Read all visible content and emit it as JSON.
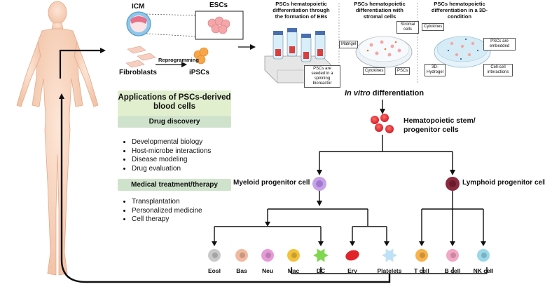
{
  "top": {
    "icm": "ICM",
    "escs": "ESCs",
    "reprogramming": "Reprogramming",
    "fibroblasts": "Fibroblasts",
    "ipscs": "iPSCs"
  },
  "panels": {
    "panel1_title": [
      "PSCs hematopoietic",
      "differentiation through",
      "the formation of EBs"
    ],
    "panel1_tag": "PSCs are seeded in a spinning bioreactor",
    "panel2_title": [
      "PSCs hematopoietic",
      "differentiation with",
      "stromal cells"
    ],
    "panel2_tags": {
      "stromal": "Stromal cells",
      "matrigel": "Matrigel",
      "cytokines": "Cytokines",
      "pscs": "PSCs"
    },
    "panel3_title": [
      "PSCs hematopoietic",
      "differentiation in a 3D-",
      "condition"
    ],
    "panel3_tags": {
      "cytokines": "Cytokines",
      "embedded": "PSCs are embedded",
      "hydrogel": "3D-Hydrogel",
      "interactions": "Cell-cell interactions"
    },
    "in_vitro_italic": "In vitro",
    "in_vitro_rest": " differentiation"
  },
  "applications": {
    "heading": "Applications of PSCs-derived blood cells",
    "drug_discovery": "Drug discovery",
    "drug_items": [
      "Developmental biology",
      "Host-microbe interactions",
      "Disease modeling",
      "Drug evaluation"
    ],
    "medical": "Medical treatment/therapy",
    "medical_items": [
      "Transplantation",
      "Personalized medicine",
      "Cell therapy"
    ]
  },
  "hierarchy": {
    "hspc": [
      "Hematopoietic stem/",
      "progenitor cells"
    ],
    "myeloid": "Myeloid progenitor cell",
    "lymphoid": "Lymphoid progenitor cell",
    "cells": [
      {
        "label": "Eosl",
        "color": "#c9c9c9"
      },
      {
        "label": "Bas",
        "color": "#f2b9a0"
      },
      {
        "label": "Neu",
        "color": "#e79ad8"
      },
      {
        "label": "Mac",
        "color": "#f3c23a"
      },
      {
        "label": "DC",
        "color": "#7fd64f"
      },
      {
        "label": "Ery",
        "color": "#e0242a"
      },
      {
        "label": "Platelets",
        "color": "#bfe1f5"
      },
      {
        "label": "T cell",
        "color": "#f7b24a"
      },
      {
        "label": "B cell",
        "color": "#f2a7c4"
      },
      {
        "label": "NK cell",
        "color": "#9ad8ea"
      }
    ],
    "myeloid_color": "#c8a2e6",
    "lymphoid_color": "#8a2a3f"
  }
}
